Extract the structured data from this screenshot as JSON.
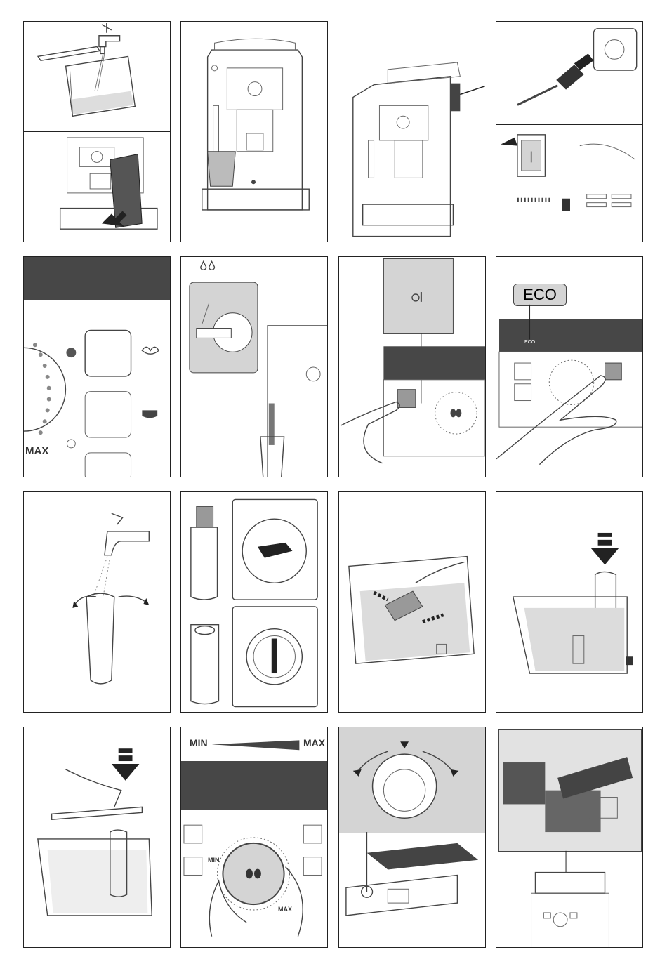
{
  "labels": {
    "max_text": "MAX",
    "eco_badge": "ECO",
    "eco_small": "ECO",
    "min_left": "MIN",
    "max_right": "MAX",
    "dial_min": "MIN",
    "dial_max": "MAX"
  },
  "colors": {
    "line": "#444444",
    "dark_band": "#474747",
    "panel_gray": "#d4d4d4",
    "water": "#dcdcdc",
    "highlight": "#999999"
  },
  "icons": [
    "water-tap-icon",
    "power-plug-icon",
    "power-switch-icon",
    "steam-icon",
    "cup-icon",
    "thermometer-icon",
    "coffee-beans-icon",
    "drop-icon",
    "power-icon",
    "arrow-down-icon",
    "rotate-arrow-icon"
  ]
}
